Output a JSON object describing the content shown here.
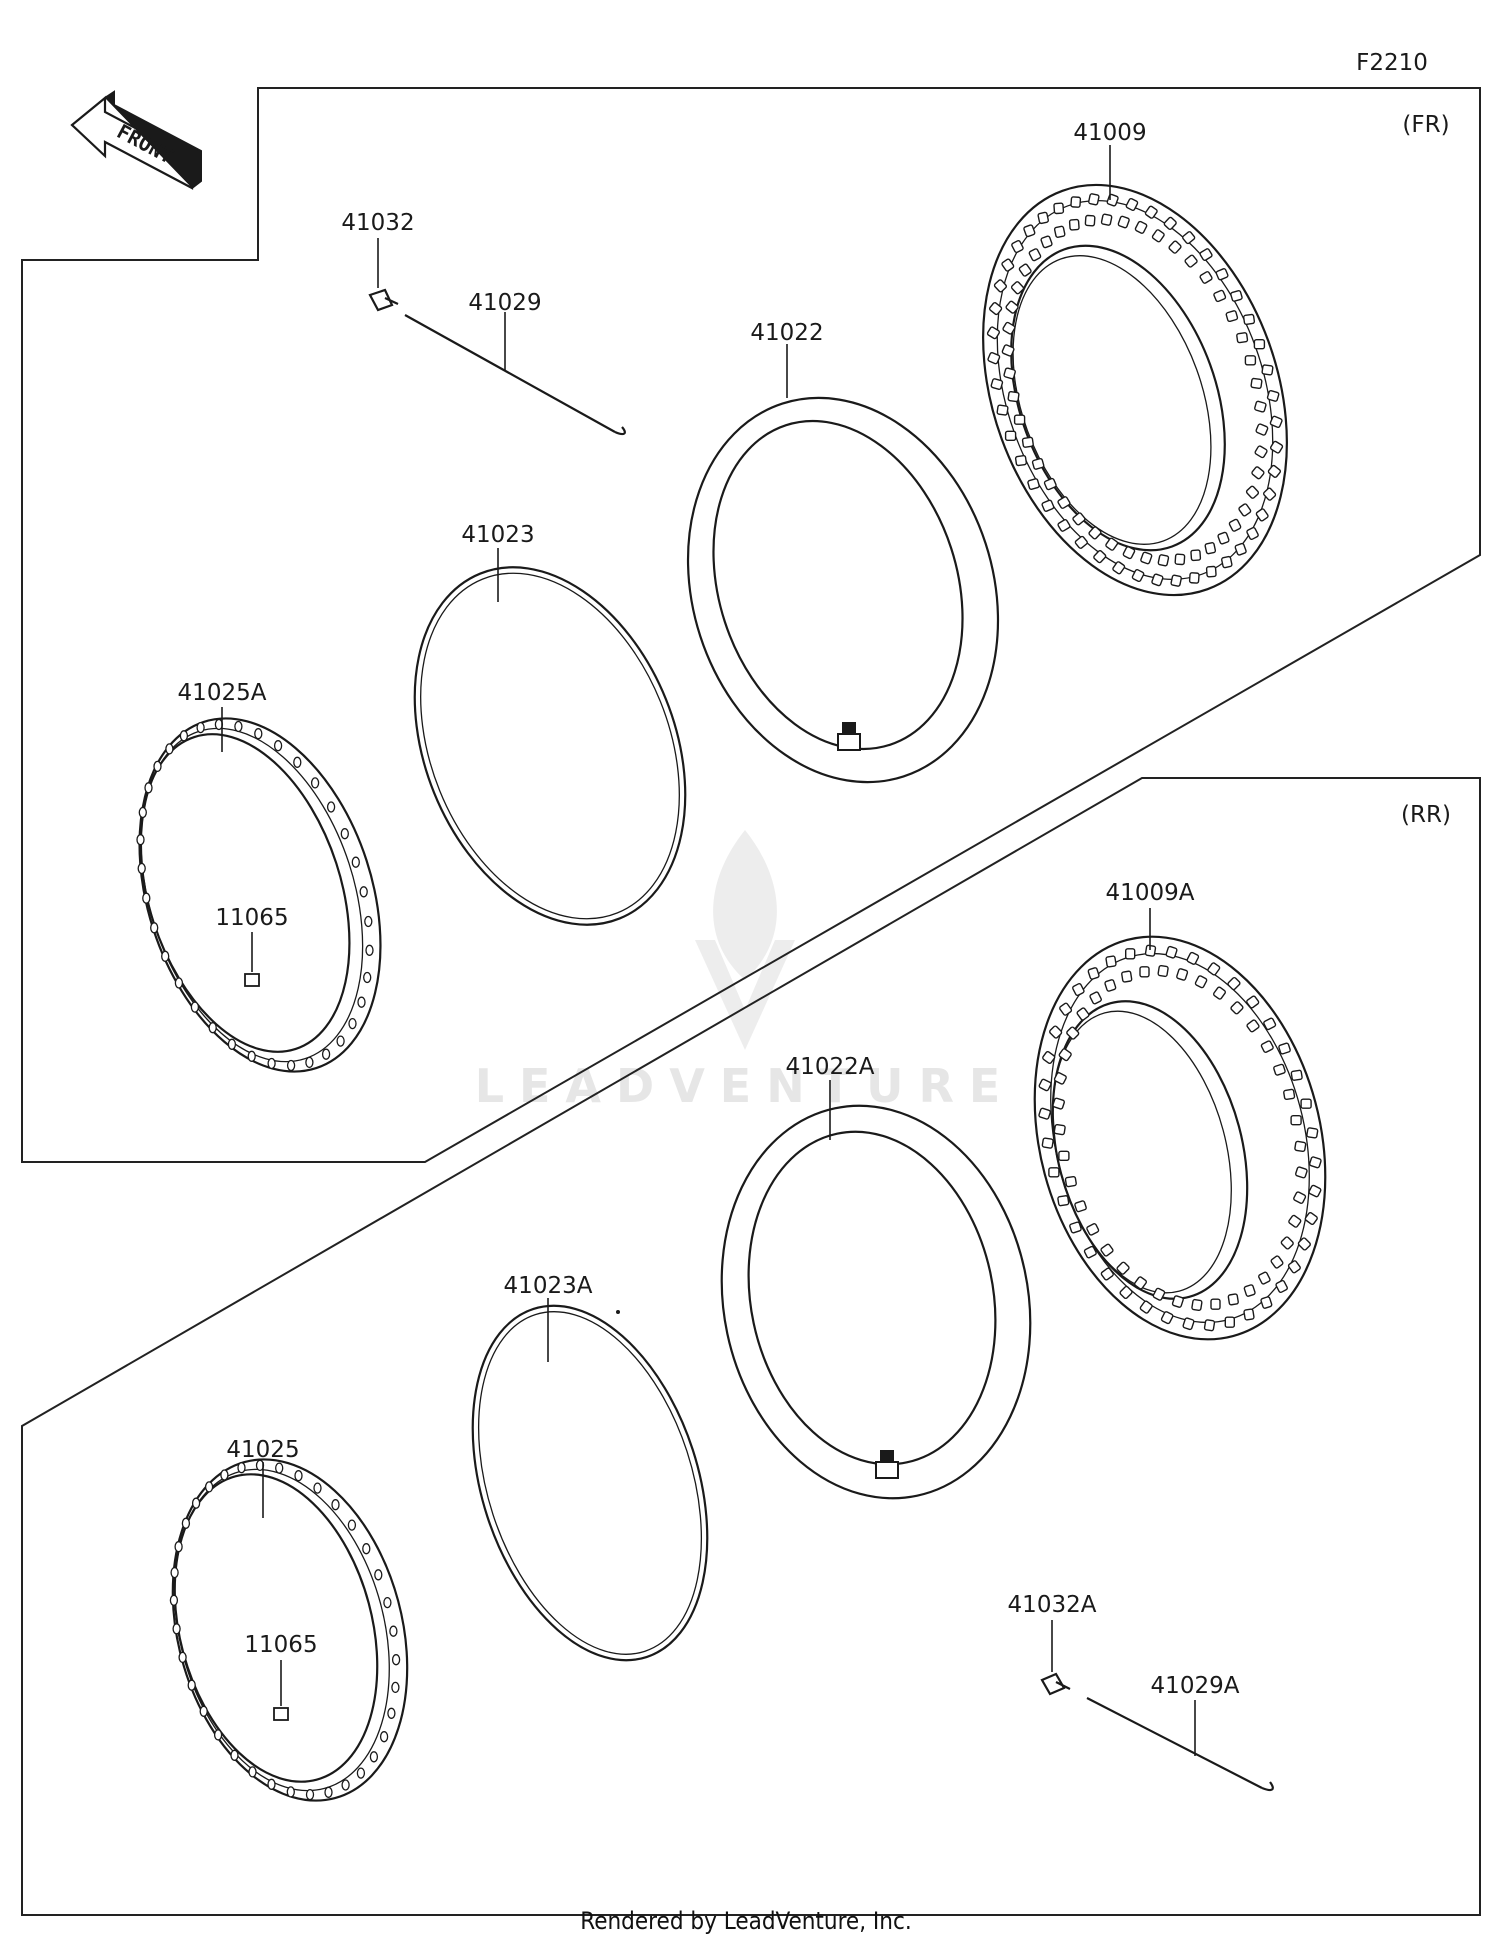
{
  "diagram_code": "F2210",
  "front_arrow_label": "FRONT",
  "sections": {
    "front": {
      "tag": "(FR)"
    },
    "rear": {
      "tag": "(RR)"
    }
  },
  "parts": {
    "p41009": "41009",
    "p41032": "41032",
    "p41029": "41029",
    "p41022": "41022",
    "p41023": "41023",
    "p41025A": "41025A",
    "p11065_front": "11065",
    "p41009A": "41009A",
    "p41022A": "41022A",
    "p41023A": "41023A",
    "p41025": "41025",
    "p11065_rear": "11065",
    "p41032A": "41032A",
    "p41029A": "41029A"
  },
  "watermark": "LEADVENTURE",
  "footer": "Rendered by LeadVenture, Inc."
}
